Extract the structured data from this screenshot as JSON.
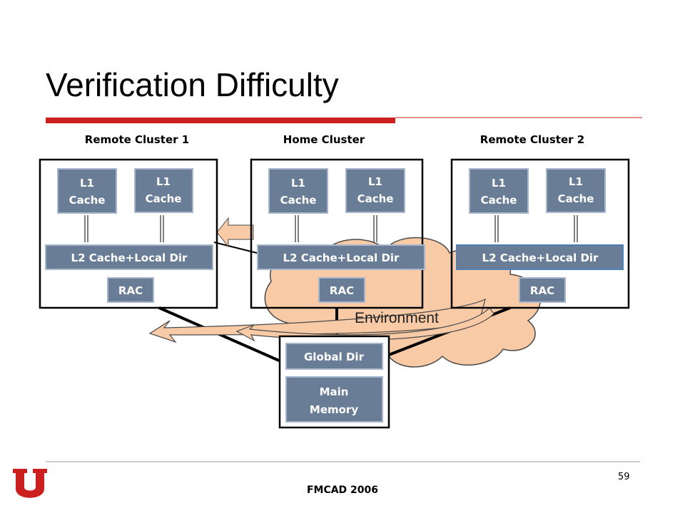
{
  "slide": {
    "title": "Verification Difficulty",
    "footer": "FMCAD 2006",
    "page_number": "59"
  },
  "diagram": {
    "clusters": [
      {
        "label": "Remote Cluster 1",
        "l1a": [
          "L1",
          "Cache"
        ],
        "l1b": [
          "L1",
          "Cache"
        ],
        "l2": "L2 Cache+Local Dir",
        "rac": "RAC"
      },
      {
        "label": "Home Cluster",
        "l1a": [
          "L1",
          "Cache"
        ],
        "l1b": [
          "L1",
          "Cache"
        ],
        "l2": "L2 Cache+Local Dir",
        "rac": "RAC"
      },
      {
        "label": "Remote Cluster 2",
        "l1a": [
          "L1",
          "Cache"
        ],
        "l1b": [
          "L1",
          "Cache"
        ],
        "l2": "L2 Cache+Local Dir",
        "rac": "RAC"
      }
    ],
    "environment_label": "Environment",
    "global_dir": "Global Dir",
    "main_memory": [
      "Main",
      "Memory"
    ]
  },
  "colors": {
    "box_fill": "#6a7d96",
    "box_stroke": "#a7b6cc",
    "cloud_fill": "#f9caa6",
    "cloud_stroke": "#4a4a4a",
    "red_bar": "#cc1f1f",
    "logo_red": "#cc1f1f"
  }
}
